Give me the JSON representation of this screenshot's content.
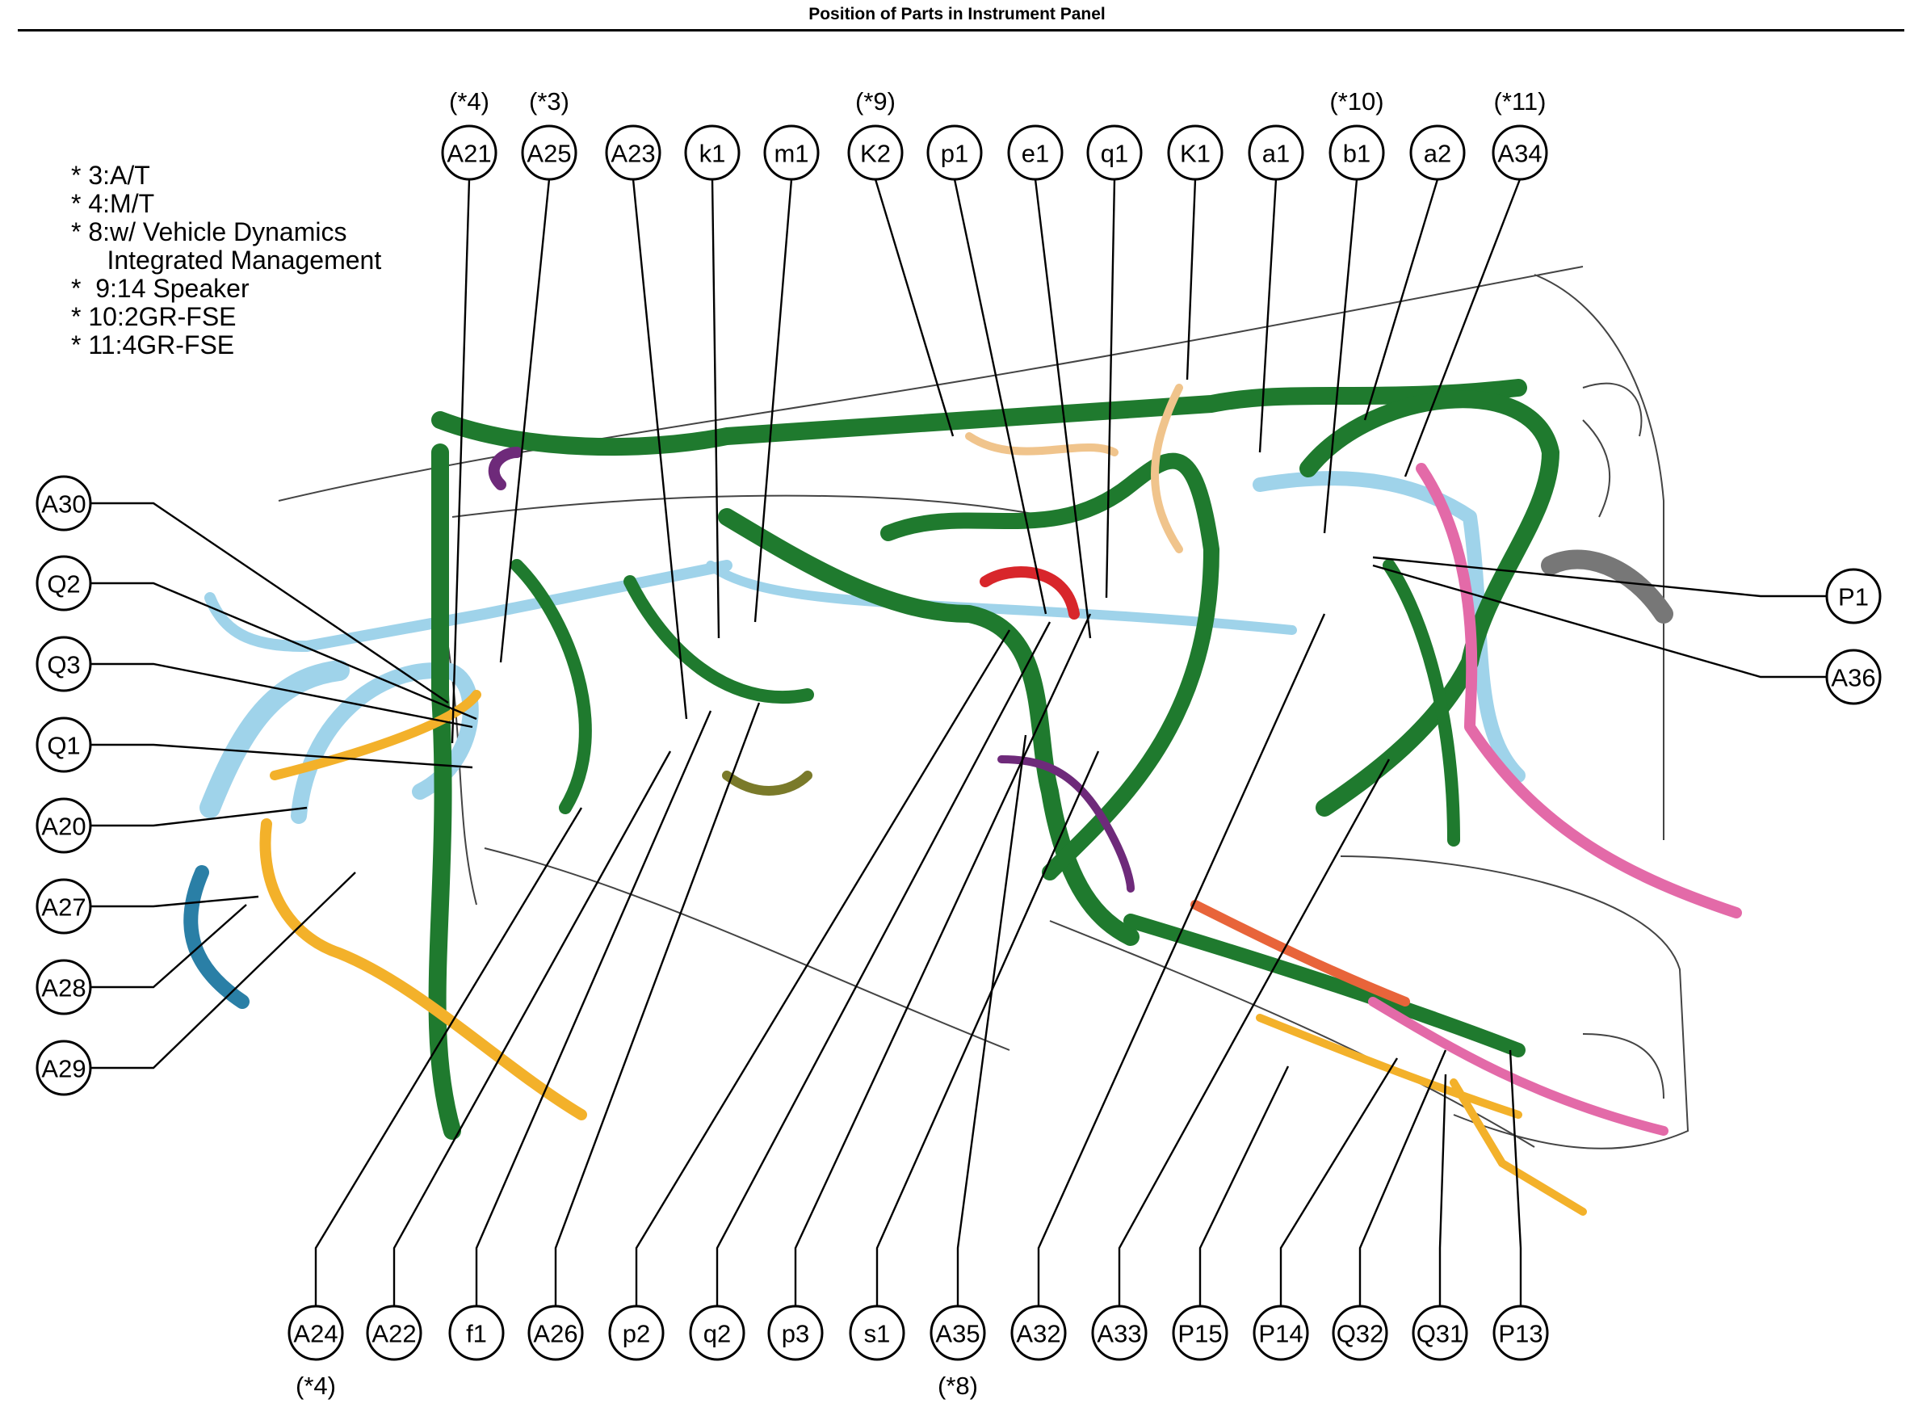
{
  "title": "Position of Parts in Instrument Panel",
  "footnotes": [
    "* 3:A/T",
    "* 4:M/T",
    "* 8:w/ Vehicle Dynamics",
    "     Integrated Management",
    "*  9:14 Speaker",
    "* 10:2GR-FSE",
    "* 11:4GR-FSE"
  ],
  "top_connectors": [
    {
      "id": "A21",
      "note": "(*4)"
    },
    {
      "id": "A25",
      "note": "(*3)"
    },
    {
      "id": "A23",
      "note": ""
    },
    {
      "id": "k1",
      "note": ""
    },
    {
      "id": "m1",
      "note": ""
    },
    {
      "id": "K2",
      "note": "(*9)"
    },
    {
      "id": "p1",
      "note": ""
    },
    {
      "id": "e1",
      "note": ""
    },
    {
      "id": "q1",
      "note": ""
    },
    {
      "id": "K1",
      "note": ""
    },
    {
      "id": "a1",
      "note": ""
    },
    {
      "id": "b1",
      "note": "(*10)"
    },
    {
      "id": "a2",
      "note": ""
    },
    {
      "id": "A34",
      "note": "(*11)"
    }
  ],
  "left_connectors": [
    {
      "id": "A30"
    },
    {
      "id": "Q2"
    },
    {
      "id": "Q3"
    },
    {
      "id": "Q1"
    },
    {
      "id": "A20"
    },
    {
      "id": "A27"
    },
    {
      "id": "A28"
    },
    {
      "id": "A29"
    }
  ],
  "right_connectors": [
    {
      "id": "P1"
    },
    {
      "id": "A36"
    }
  ],
  "bottom_connectors": [
    {
      "id": "A24",
      "note": "(*4)"
    },
    {
      "id": "A22",
      "note": ""
    },
    {
      "id": "f1",
      "note": ""
    },
    {
      "id": "A26",
      "note": ""
    },
    {
      "id": "p2",
      "note": ""
    },
    {
      "id": "q2",
      "note": ""
    },
    {
      "id": "p3",
      "note": ""
    },
    {
      "id": "s1",
      "note": ""
    },
    {
      "id": "A35",
      "note": "(*8)"
    },
    {
      "id": "A32",
      "note": ""
    },
    {
      "id": "A33",
      "note": ""
    },
    {
      "id": "P15",
      "note": ""
    },
    {
      "id": "P14",
      "note": ""
    },
    {
      "id": "Q32",
      "note": ""
    },
    {
      "id": "Q31",
      "note": ""
    },
    {
      "id": "P13",
      "note": ""
    }
  ],
  "colors": {
    "harness_green": "#1f7a2e",
    "harness_lightblue": "#9fd3ea",
    "harness_orange": "#f3b12a",
    "harness_pink": "#e36aa8",
    "harness_red": "#d8262b",
    "harness_tan": "#f0c48c",
    "harness_purple": "#6e2a7a",
    "harness_darkblue": "#2a7fa6",
    "harness_olive": "#7a7a2a",
    "outline": "#000000"
  }
}
